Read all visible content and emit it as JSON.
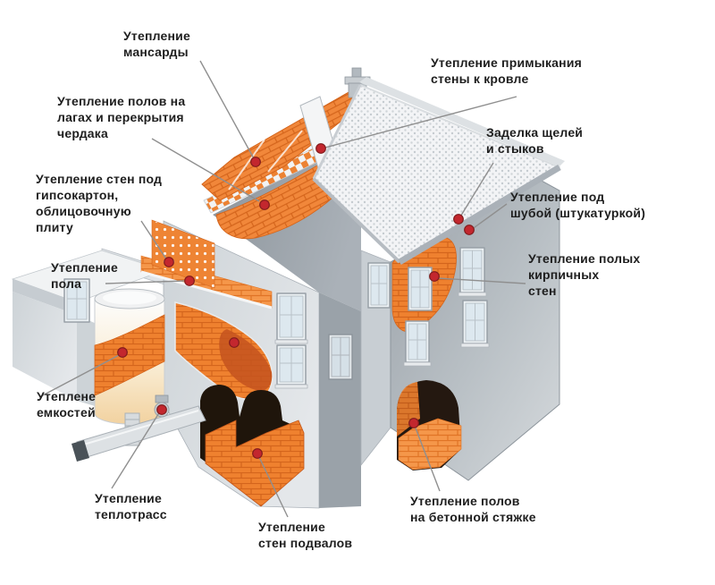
{
  "diagram": {
    "type": "labeled-diagram",
    "subject": "house-insulation-cutaway",
    "labels": [
      {
        "id": "attic-insulation",
        "text": "Утепление\nмансарды"
      },
      {
        "id": "floors-on-joists-attic-deck-insulation",
        "text": "Утепление полов на\nлагах и перекрытия\nчердака"
      },
      {
        "id": "walls-under-drywall-cladding-insulation",
        "text": "Утепление стен под\nгипсокартон,\nоблицовочную\nплиту"
      },
      {
        "id": "floor-insulation",
        "text": "Утепление\nпола"
      },
      {
        "id": "tank-insulation",
        "text": "Утеплене\nемкостей"
      },
      {
        "id": "heating-mains-insulation",
        "text": "Утепление\nтеплотрасс"
      },
      {
        "id": "basement-walls-insulation",
        "text": "Утепление\nстен подвалов"
      },
      {
        "id": "wall-to-roof-junction-insulation",
        "text": "Утепление примыкания\nстены к кровле"
      },
      {
        "id": "sealing-cracks-and-joints",
        "text": "Заделка щелей\nи стыков"
      },
      {
        "id": "insulation-under-stucco-coat",
        "text": "Утепление под\nшубой (штукатуркой)"
      },
      {
        "id": "hollow-brick-walls-insulation",
        "text": "Утепление полых\nкирпичных\nстен"
      },
      {
        "id": "floors-on-concrete-screed-insulation",
        "text": "Утепление полов\nна бетонной стяжке"
      }
    ],
    "colors": {
      "background": "#ffffff",
      "label_text": "#1e1e1e",
      "leader_line": "#8f8f8f",
      "marker_red": "#c3272e",
      "insulation_orange": "#ef812f",
      "insulation_orange_dark": "#d4651c",
      "wall_gray_light": "#dfe3e6",
      "wall_gray": "#b7bdc3",
      "wall_gray_dark": "#9aa2a9",
      "roof_base": "#f3f4f6",
      "roof_dot": "#c6ccd1",
      "cutaway_dark": "#1f150b",
      "tank_beige": "#f2d2a0"
    }
  }
}
